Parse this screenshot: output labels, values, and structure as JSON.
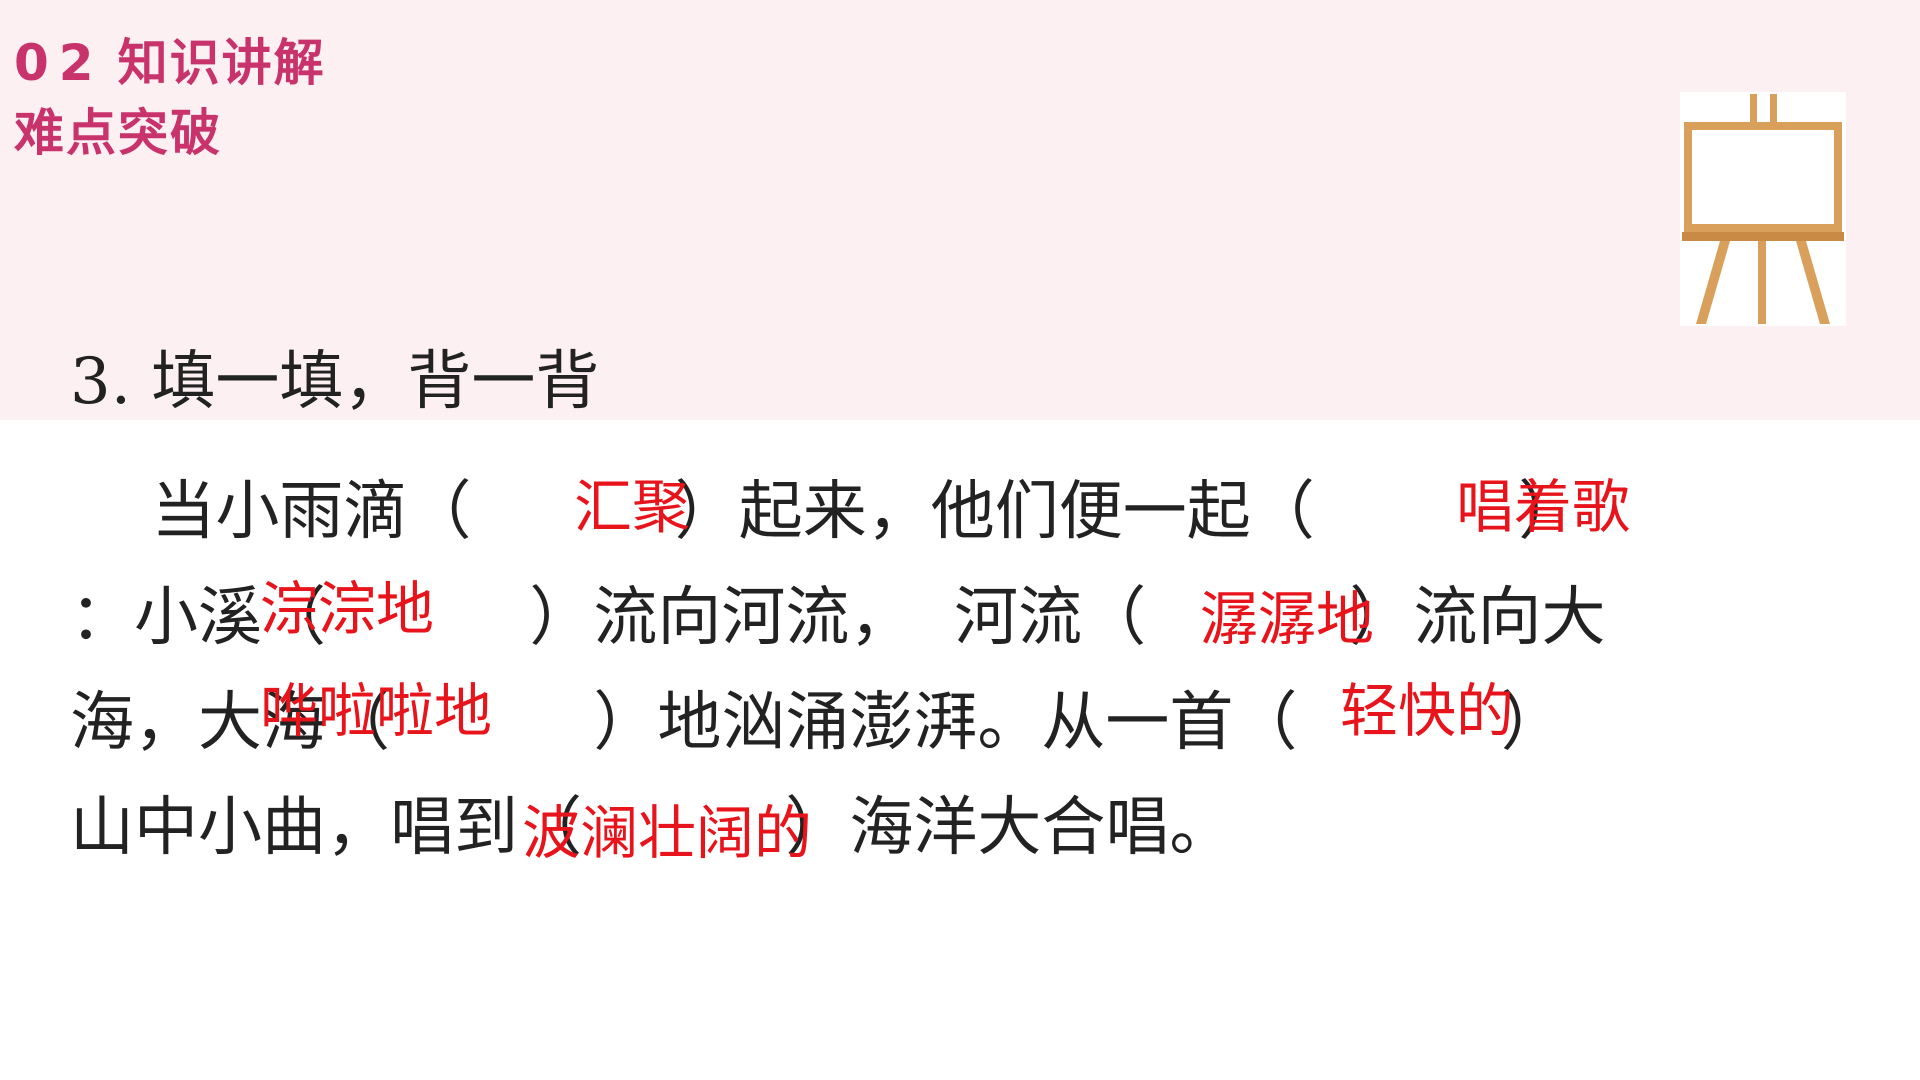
{
  "header": {
    "section_number": "02",
    "section_title": "知识讲解",
    "section_subtitle": "难点突破"
  },
  "question": {
    "title": "3. 填一填，背一背"
  },
  "passage": {
    "lines": [
      "    当小雨滴（          ）起来，他们便一起（          ）",
      "：小溪（          ）流向河流，  河流（          ）流向大",
      "海，大海（          ）地汹涌澎湃。从一首（          ）",
      "山中小曲，唱到（          ）海洋大合唱。"
    ]
  },
  "answers": {
    "a1": "汇聚",
    "a2": "唱着歌",
    "a3": "淙淙地",
    "a4": "潺潺地",
    "a5": "哗啦啦地",
    "a6": "轻快的",
    "a7": "波澜壮阔的"
  },
  "colors": {
    "accent": "#c8336c",
    "answer": "#e8141c",
    "band": "#fcf0f2"
  }
}
